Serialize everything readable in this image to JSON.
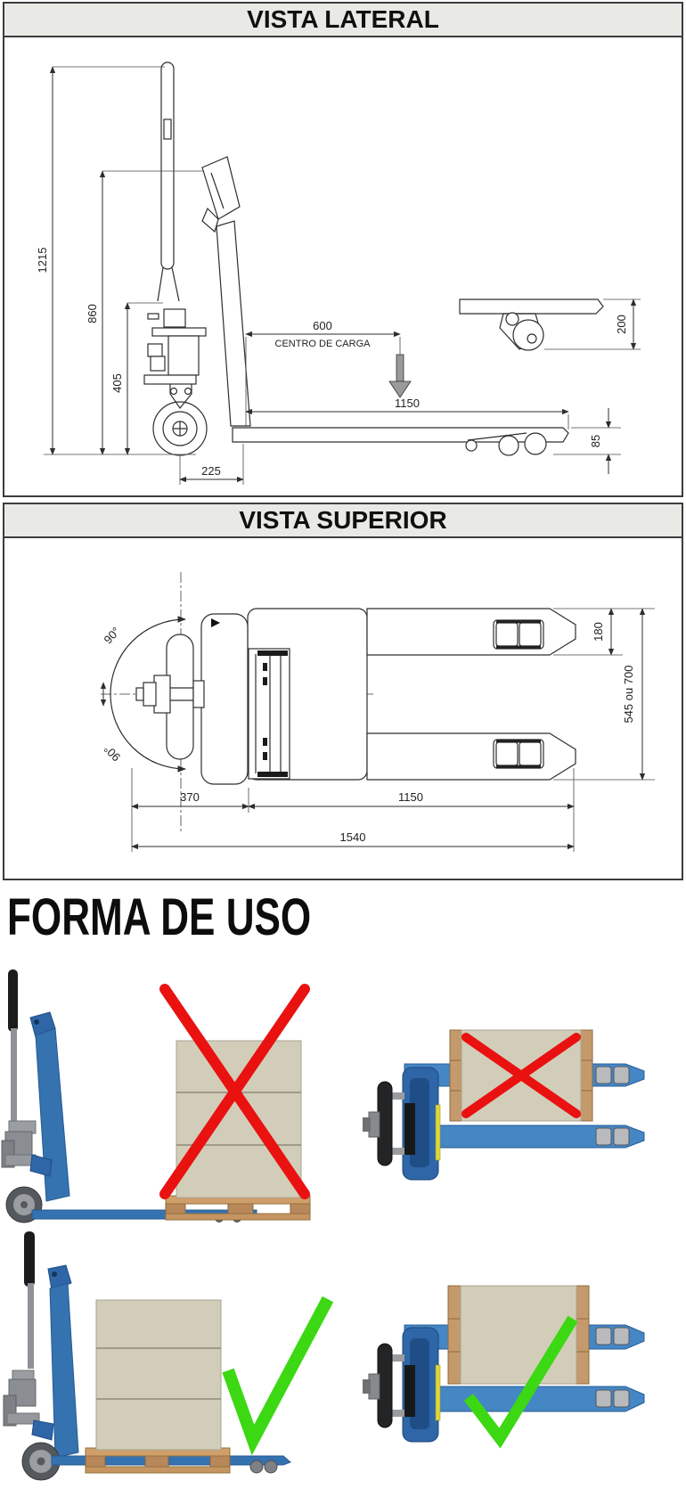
{
  "colors": {
    "panel_title_bg": "#e9e9e6",
    "panel_border": "#3c3c3c",
    "line_art": "#2e2e2e",
    "incorrect_x": "#ea1111",
    "correct_check": "#3bd813",
    "truck_blue": "#3572b0",
    "truck_blue_dark": "#1f4e86",
    "pallet_wood": "#c49560",
    "load_beige": "#d2cdb8",
    "metal_gray": "#8f9296",
    "load_center_arrow_gray": "#9a9a9a"
  },
  "panel_lateral": {
    "title": "VISTA LATERAL",
    "dims": {
      "total_height": "1215",
      "handle_height": "860",
      "pump_height": "405",
      "wheel_offset": "225",
      "load_center": "600",
      "load_center_label": "CENTRO DE CARGA",
      "fork_length": "1150",
      "fork_raised_height": "200",
      "fork_lowered_height": "85"
    }
  },
  "panel_superior": {
    "title": "VISTA SUPERIOR",
    "dims": {
      "steering_angle_upper": "90°",
      "steering_angle_lower": "90°",
      "fork_width": "180",
      "overall_width": "545 ou 700",
      "head_length": "370",
      "fork_length": "1150",
      "total_length": "1540"
    }
  },
  "usage": {
    "heading": "FORMA DE USO",
    "items": [
      {
        "view": "lateral",
        "mark": "incorrect"
      },
      {
        "view": "superior",
        "mark": "incorrect"
      },
      {
        "view": "lateral",
        "mark": "correct"
      },
      {
        "view": "superior",
        "mark": "correct"
      }
    ]
  }
}
